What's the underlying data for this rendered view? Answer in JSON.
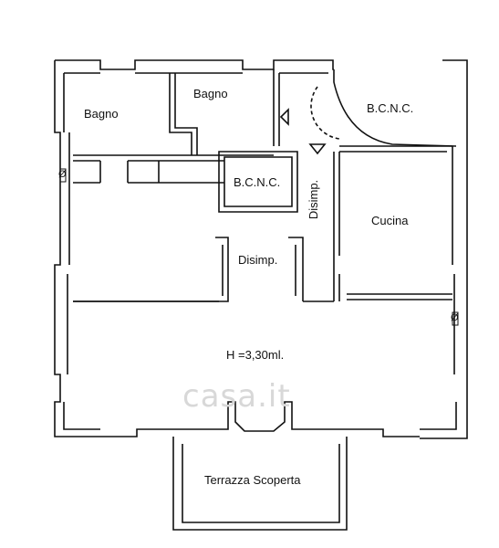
{
  "rooms": {
    "bagno_1": "Bagno",
    "bagno_2": "Bagno",
    "bcnc_1": "B.C.N.C.",
    "bcnc_2": "B.C.N.C.",
    "disimp_1": "Disimp.",
    "disimp_2": "Disimp.",
    "cucina": "Cucina",
    "living_height": "H =3,30ml.",
    "terrazza": "Terrazza Scoperta"
  },
  "symbols": {
    "radiator_left": "Ø",
    "radiator_right": "Ø"
  },
  "watermark": "casa.it",
  "colors": {
    "wall": "#111111",
    "background": "#ffffff",
    "watermark": "#d8d8d8"
  }
}
